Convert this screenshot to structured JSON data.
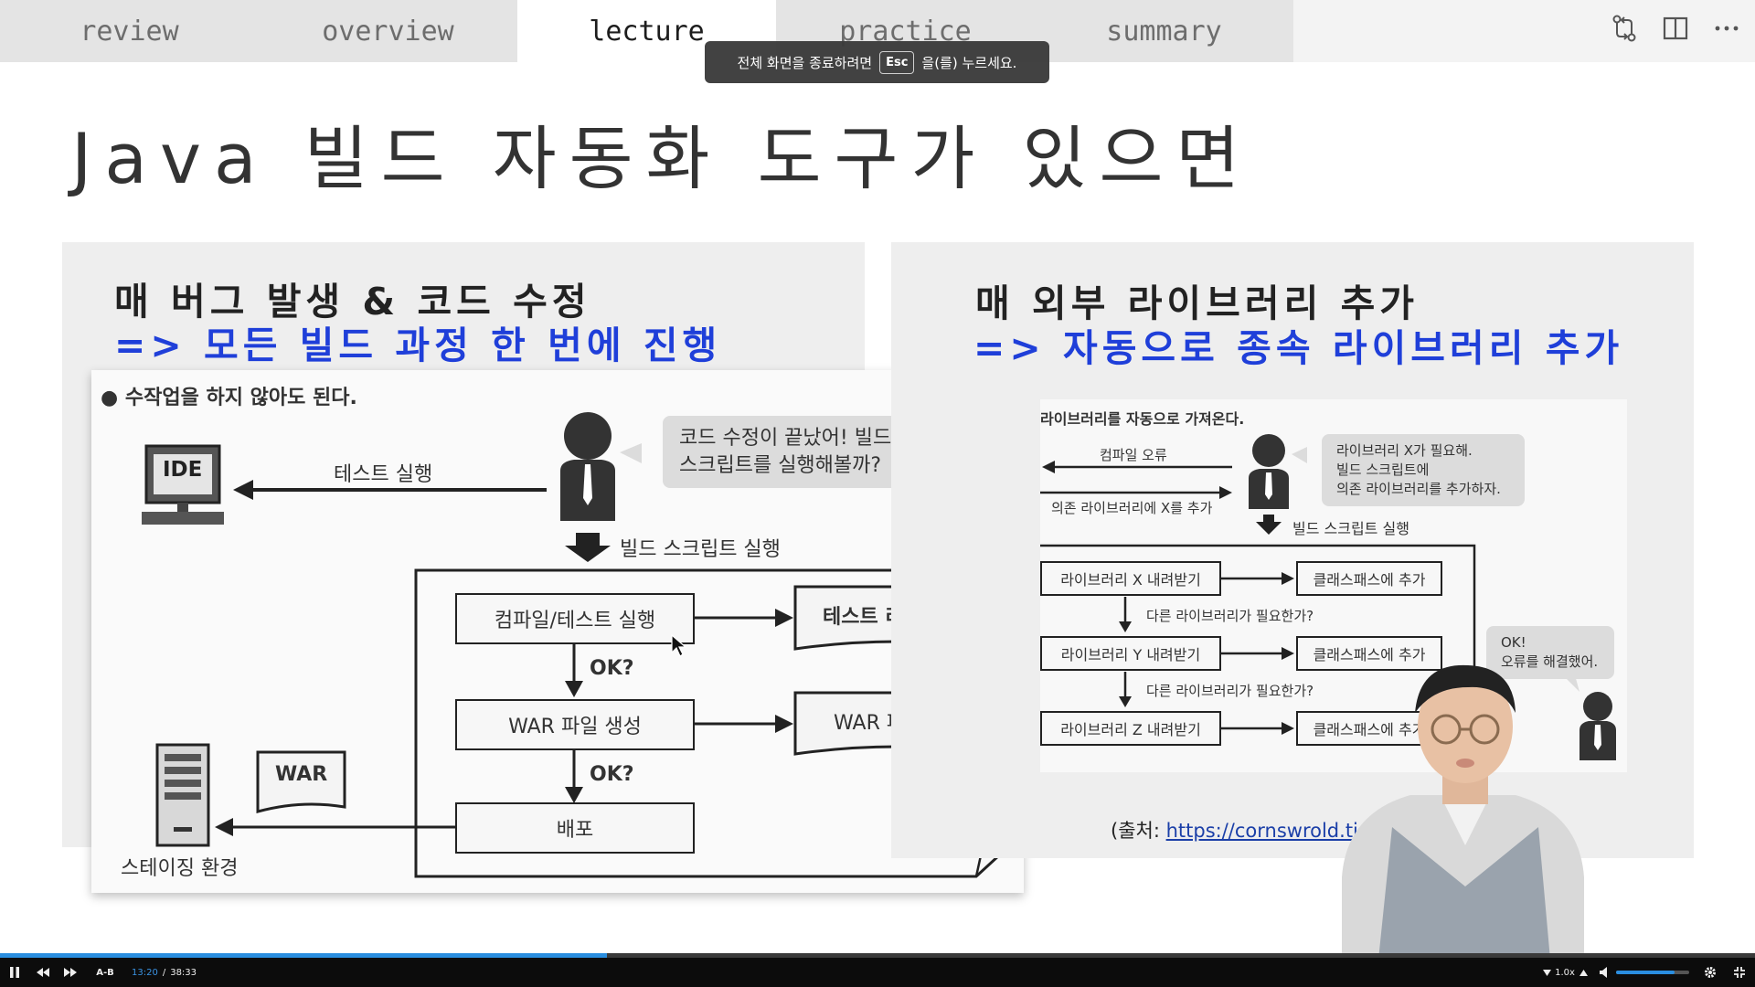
{
  "tabs": [
    {
      "label": "review",
      "active": false
    },
    {
      "label": "overview",
      "active": false
    },
    {
      "label": "lecture",
      "active": true
    },
    {
      "label": "practice",
      "active": false
    },
    {
      "label": "summary",
      "active": false
    }
  ],
  "fullscreen_notice": {
    "before": "전체 화면을 종료하려면",
    "key": "Esc",
    "after": "을(를) 누르세요."
  },
  "slide": {
    "title": "Java 빌드 자동화 도구가 있으면",
    "left": {
      "heading": "매 버그 발생 & 코드 수정",
      "subheading": "=> 모든 빌드 과정 한 번에 진행",
      "figure": {
        "caption": "● 수작업을 하지 않아도 된다.",
        "ide_label": "IDE",
        "test_run": "테스트 실행",
        "bubble": [
          "코드 수정이 끝났어! 빌드",
          "스크립트를 실행해볼까?"
        ],
        "build_run": "빌드 스크립트 실행",
        "step_compile": "컴파일/테스트 실행",
        "doc_report": "테스트 리포트",
        "ok1": "OK?",
        "step_war": "WAR 파일 생성",
        "doc_war": "WAR 파일",
        "ok2": "OK?",
        "step_deploy": "배포",
        "war_tag": "WAR",
        "staging": "스테이징 환경"
      }
    },
    "right": {
      "heading": "매 외부 라이브러리 추가",
      "subheading": "=> 자동으로 종속 라이브러리 추가",
      "figure": {
        "caption": "라이브러리를 자동으로 가져온다.",
        "compile_error": "컴파일 오류",
        "add_dependency": "의존 라이브러리에 X를 추가",
        "bubble": [
          "라이브러리 X가 필요해.",
          "빌드 스크립트에",
          "의존 라이브러리를 추가하자."
        ],
        "build_run": "빌드 스크립트 실행",
        "download_x": "라이브러리 X 내려받기",
        "classpath": "클래스패스에 추가",
        "need_other": "다른 라이브러리가 필요한가?",
        "download_y": "라이브러리 Y 내려받기",
        "download_z": "라이브러리 Z 내려받기",
        "ok_bubble": [
          "OK!",
          "오류를 해결했어."
        ]
      },
      "source_prefix": "(출처: ",
      "source_link": "https://cornswrold.tist"
    }
  },
  "player": {
    "ab_label": "A-B",
    "current_time": "13:20",
    "separator": "/",
    "duration": "38:33",
    "speed": "1.0x",
    "progress": 0.346,
    "volume": 0.8
  },
  "colors": {
    "accent_blue": "#1f3fd9",
    "progress": "#2a8ee0"
  }
}
